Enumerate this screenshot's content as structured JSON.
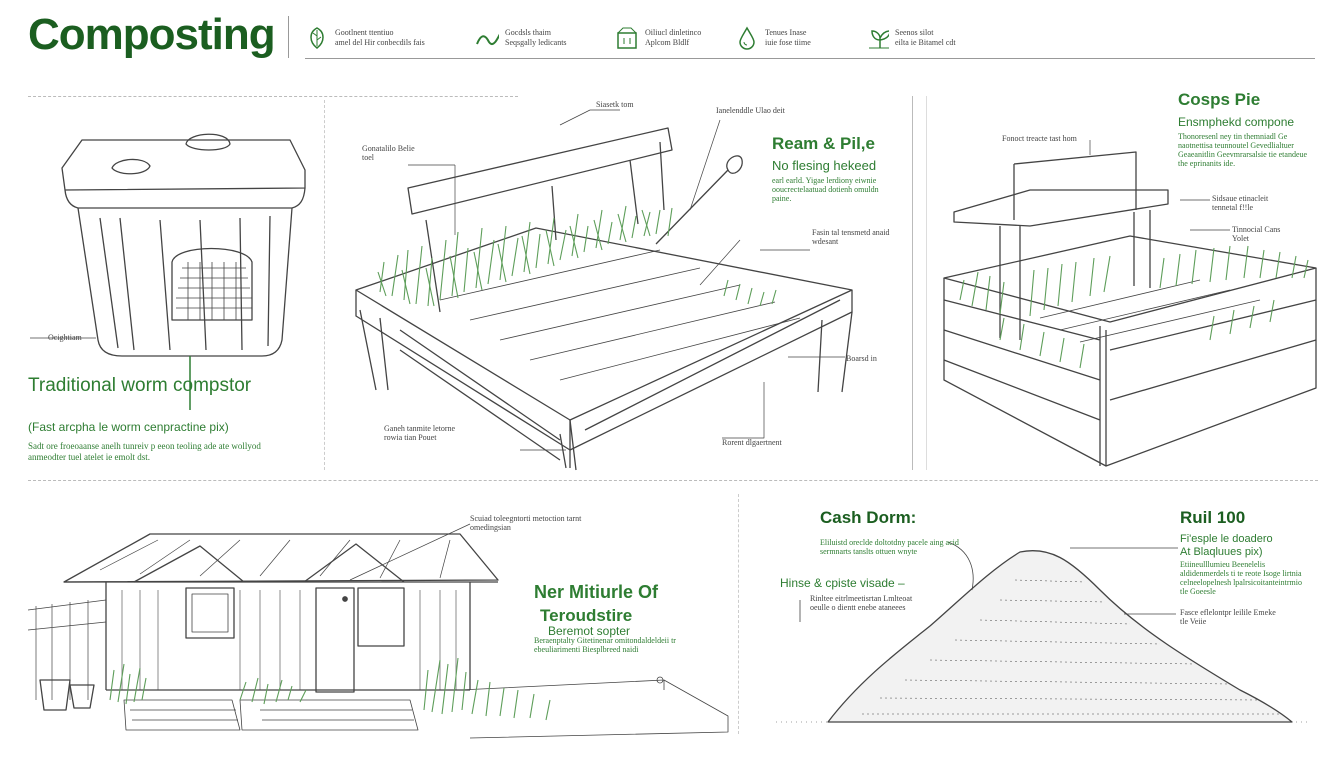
{
  "header": {
    "title": "Composting",
    "legend": [
      {
        "icon": "leaf-icon",
        "line1": "Gootlnent ttentiuo",
        "line2": "amel del Hir conbecdils fais"
      },
      {
        "icon": "worm-icon",
        "line1": "Gocdsls thaim",
        "line2": "Seqsgally ledicants"
      },
      {
        "icon": "box-icon",
        "line1": "Oiliucl dinletinco",
        "line2": "Aplcom Bldlf"
      },
      {
        "icon": "water-drop-icon",
        "line1": "Tenues Inase",
        "line2": "iuie fose tiime"
      },
      {
        "icon": "plant-icon",
        "line1": "Seenos silot",
        "line2": "eilta ie Bitamel cdt"
      }
    ]
  },
  "panel1": {
    "callout": "Ocightiam",
    "heading": "Traditional worm compstor",
    "subheading": "(Fast arcpha le worm cenpractine pix)",
    "body": "Sadt ore froeoaanse anelh tunreiv p eeon teoling ade ate wollyod anmeodter tuel atelet ie emolt dst."
  },
  "panel2": {
    "callouts": {
      "top": "Siasetk tom",
      "tool": "Ianelenddle Ulao deit",
      "left": "Gonatalilo Belie toel",
      "mid": "Fasin tal tensmetd anaid wdesant",
      "right": "Boarsd in",
      "bottom_left": "Ganeh tanmite letorne rowia tian Pouet",
      "bottom": "Rorent dlgaertnent"
    },
    "heading": "Ream & Pil,e",
    "subheading": "No flesing hekeed",
    "body": "earl earld. Yigae lerdiony eiwnie ooucrectelaatuad dotienh omuldn paine."
  },
  "panel3": {
    "heading": "Cosps Pie",
    "subheading": "Ensmphekd compone",
    "body": "Thonoresenl ney tin themniadl Ge naotnettisa teunnoutel Gevedlialtuer Geaeanitlin Geevmrarsalsie tie etandeue the eprinanits ide.",
    "callout_top": "Fonoct treacte tast hom",
    "callout_r1": "Sidsaue etinacleit tennetal f!!le",
    "callout_r2": "Tinnocial Cans Yolet"
  },
  "panel4": {
    "callout": "Scuiad toleegntorti metoction tarnt omedingsian",
    "heading": "Ner Mitiurle Of",
    "heading2": "Teroudstire",
    "subheading": "Beremot sopter",
    "body": "Beraenptalty Gitetinenar omitondaldeldeii tr ebeuliarimenti Biesplbreed naidi"
  },
  "panel5": {
    "heading": "Cash Dorm:",
    "body": "Eliluistd oreclde doltotdny pacele aing acid sermnarts tanslts ottuen wnyte",
    "subheading": "Hinse & cpiste visade –",
    "sub_body": "Rinltee eitrlmeetisrtan Lmlteoat oeulle o dientt enebe ataneees",
    "right_heading": "Ruil 100",
    "right_sub1": "Fi'esple le doadero",
    "right_sub2": "At Blaqluues pix)",
    "right_body": "Etiineulllumieu Beenelelis aldidenmerdels ti te reote Isoge lirtnia celneelopelnesh lpalrsicoitanteintrmio tle Goeesle",
    "callout": "Fasce eflelontpr leilile Emeke tle Veiie"
  },
  "colors": {
    "brand_green": "#1b5e20",
    "accent_green": "#2e7d32",
    "grass_green": "#5e9e5a",
    "line_gray": "#555555"
  }
}
